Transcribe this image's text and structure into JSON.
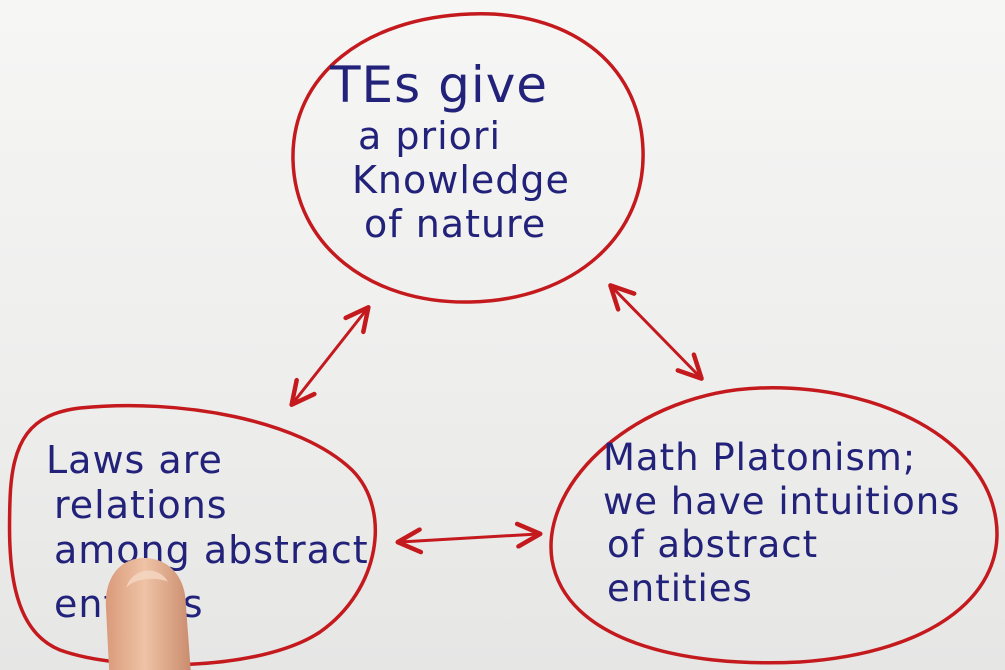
{
  "nodes": {
    "top": {
      "lines": [
        "TEs give",
        "a priori",
        "Knowledge",
        "of nature"
      ]
    },
    "left": {
      "lines": [
        "Laws are",
        "relations",
        "among abstract",
        "entities"
      ]
    },
    "right": {
      "lines": [
        "Math Platonism;",
        "we have intuitions",
        "of abstract",
        "entities"
      ]
    }
  },
  "colors": {
    "ink_text": "#22227a",
    "ink_lines": "#c41a1e",
    "paper": "#f1f1f0",
    "skin": "#e8b394"
  }
}
